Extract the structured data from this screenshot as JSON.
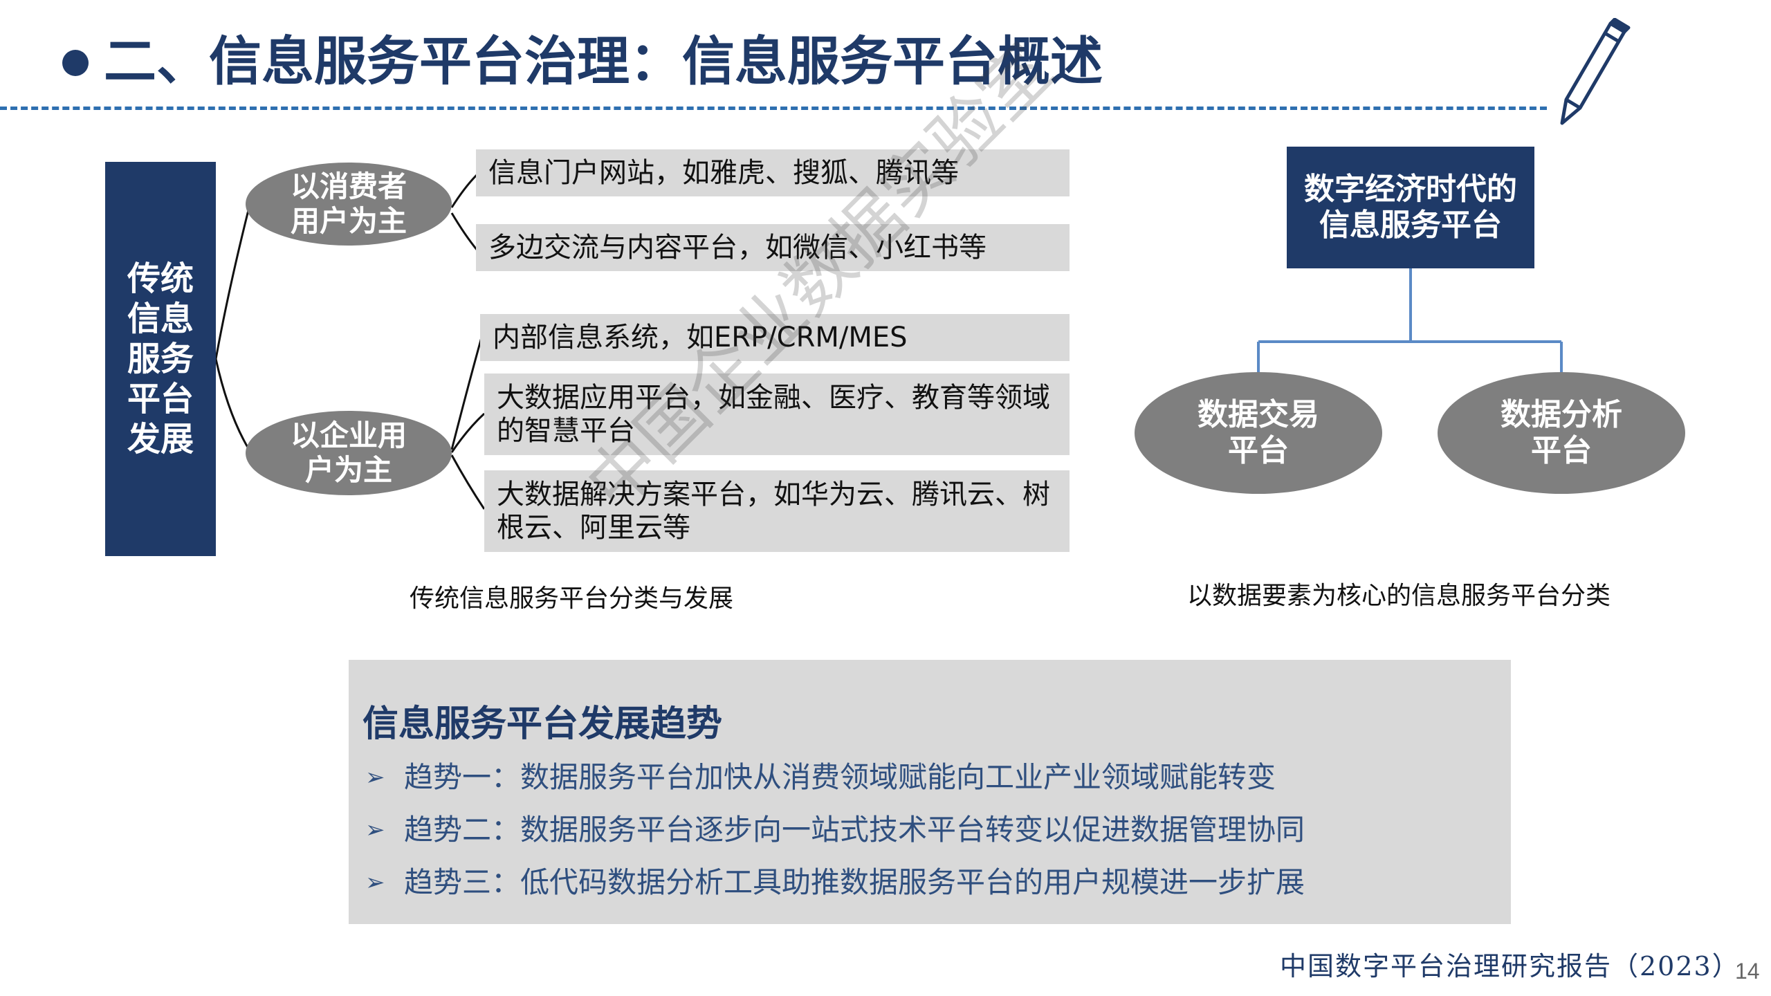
{
  "header": {
    "title": "二、信息服务平台治理：信息服务平台概述",
    "pen_icon": "pen-icon"
  },
  "traditional": {
    "root_label": "传统信息服务平台发展",
    "consumer": {
      "label": "以消费者用户为主",
      "items": [
        "信息门户网站，如雅虎、搜狐、腾讯等",
        "多边交流与内容平台，如微信、小红书等"
      ]
    },
    "enterprise": {
      "label": "以企业用户为主",
      "items": [
        "内部信息系统，如ERP/CRM/MES",
        "大数据应用平台，如金融、医疗、教育等领域的智慧平台",
        "大数据解决方案平台，如华为云、腾讯云、树根云、阿里云等"
      ]
    },
    "caption": "传统信息服务平台分类与发展"
  },
  "digital": {
    "root_label": "数字经济时代的信息服务平台",
    "children": [
      "数据交易平台",
      "数据分析平台"
    ],
    "caption": "以数据要素为核心的信息服务平台分类"
  },
  "trends": {
    "title": "信息服务平台发展趋势",
    "bullet_symbol": "➢",
    "items": [
      "趋势一：数据服务平台加快从消费领域赋能向工业产业领域赋能转变",
      "趋势二：数据服务平台逐步向一站式技术平台转变以促进数据管理协同",
      "趋势三：低代码数据分析工具助推数据服务平台的用户规模进一步扩展"
    ]
  },
  "watermark": "中国企业数据实验室",
  "footer": {
    "report": "中国数字平台治理研究报告（2023）",
    "page": "14"
  },
  "colors": {
    "navy": "#1f3a68",
    "oval_gray": "#7f7f7f",
    "box_gray": "#d9d9d9",
    "dash_blue": "#2e6fb0",
    "trend_text": "#2f4f7f"
  }
}
